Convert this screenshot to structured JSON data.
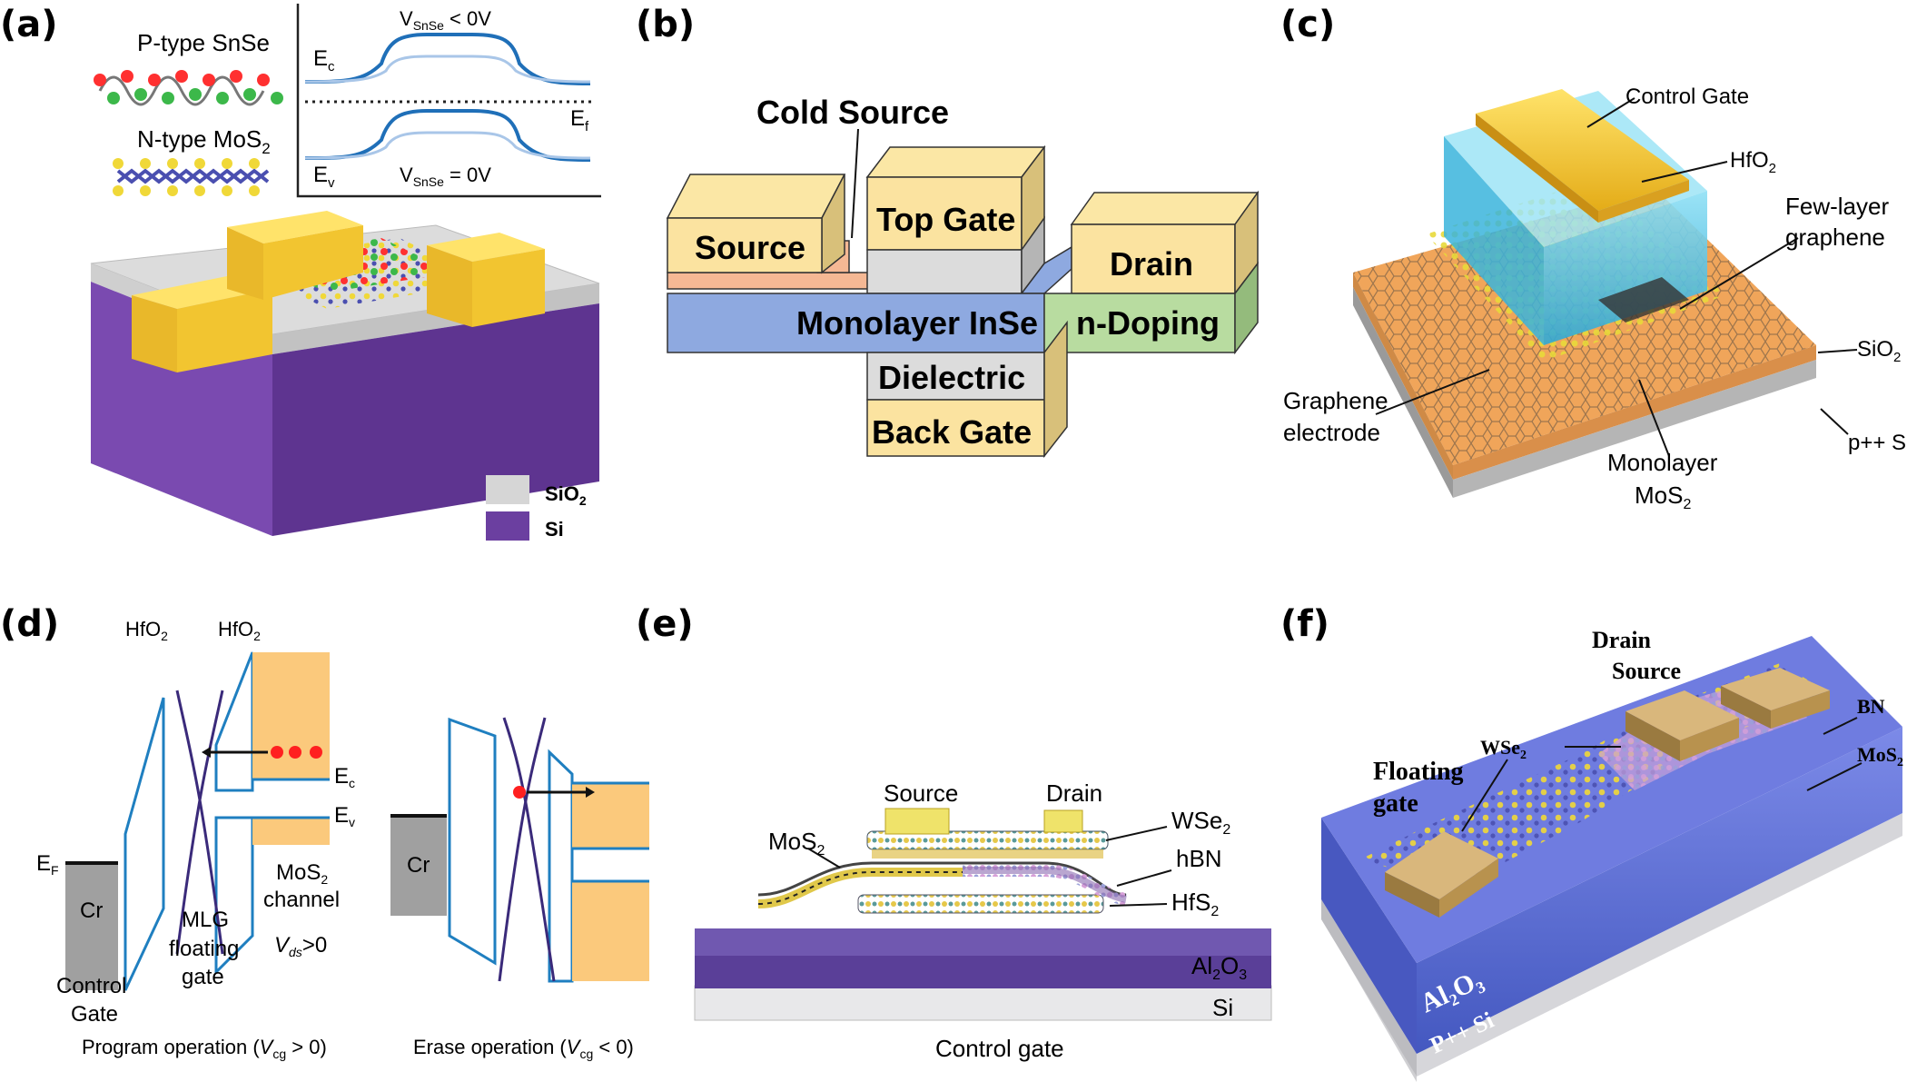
{
  "panels": {
    "a": {
      "label": "(a)",
      "p_type": "P-type SnSe",
      "n_type": "N-type MoS",
      "n_type_sub": "2",
      "Ec": "E",
      "Ec_sub": "c",
      "Ev": "E",
      "Ev_sub": "v",
      "Ef": "E",
      "Ef_sub": "f",
      "v_top": "V",
      "v_top_sub": "SnSe",
      "v_top_rest": " < 0V",
      "v_bot": "V",
      "v_bot_sub": "SnSe",
      "v_bot_rest": " = 0V",
      "legend_sio2": "SiO",
      "legend_sio2_sub": "2",
      "legend_si": "Si"
    },
    "b": {
      "label": "(b)",
      "cold_source": "Cold Source",
      "source": "Source",
      "top_gate": "Top Gate",
      "drain": "Drain",
      "channel": "Monolayer InSe",
      "n_doping": "n-Doping",
      "dielectric": "Dielectric",
      "back_gate": "Back Gate"
    },
    "c": {
      "label": "(c)",
      "control_gate": "Control Gate",
      "hfo2": "HfO",
      "hfo2_sub": "2",
      "few_layer_1": "Few-layer",
      "few_layer_2": "graphene",
      "sio2": "SiO",
      "sio2_sub": "2",
      "p_si": "p++ Si",
      "graphene_1": "Graphene",
      "graphene_2": "electrode",
      "monolayer_1": "Monolayer",
      "monolayer_2": "MoS",
      "monolayer_2_sub": "2"
    },
    "d": {
      "label": "(d)",
      "hfo2_left": "HfO",
      "hfo2_left_sub": "2",
      "hfo2_right": "HfO",
      "hfo2_right_sub": "2",
      "ec": "E",
      "ec_sub": "c",
      "ev": "E",
      "ev_sub": "v",
      "ef": "E",
      "ef_sub": "F",
      "cr_left": "Cr",
      "cr_right": "Cr",
      "mlg_1": "MLG",
      "mlg_2": "floating",
      "mlg_3": "gate",
      "mos2_1": "MoS",
      "mos2_1_sub": "2",
      "mos2_2": "channel",
      "vds": "V",
      "vds_sub": "ds",
      "vds_rest": ">0",
      "control_1": "Control",
      "control_2": "Gate",
      "program": "Program operation (",
      "program_v": "V",
      "program_v_sub": "cg",
      "program_rest": " > 0)",
      "erase": "Erase operation (",
      "erase_v": "V",
      "erase_v_sub": "cg",
      "erase_rest": " < 0)"
    },
    "e": {
      "label": "(e)",
      "source": "Source",
      "drain": "Drain",
      "mos2": "MoS",
      "mos2_sub": "2",
      "wse2": "WSe",
      "wse2_sub": "2",
      "hbn": "hBN",
      "hfs2": "HfS",
      "hfs2_sub": "2",
      "al2o3_a": "Al",
      "al2o3_sub1": "2",
      "al2o3_b": "O",
      "al2o3_sub2": "3",
      "si": "Si",
      "control_gate": "Control gate"
    },
    "f": {
      "label": "(f)",
      "drain": "Drain",
      "source": "Source",
      "floating_1": "Floating",
      "floating_2": "gate",
      "wse2": "WSe",
      "wse2_sub": "2",
      "bn": "BN",
      "mos2": "MoS",
      "mos2_sub": "2",
      "al2o3_a": "Al",
      "al2o3_sub1": "2",
      "al2o3_b": "O",
      "al2o3_sub2": "3",
      "psi": "P++ Si"
    }
  },
  "colors": {
    "gold": "#f2c530",
    "gold_light": "#f9e7a0",
    "purple": "#6b3fa0",
    "silicon_gray": "#d4d4d4",
    "band_blue": "#1f6fb8",
    "band_light": "#a9c6e8",
    "insE": "#8ea9e0",
    "ndoping": "#b8dca0",
    "cold_source": "#f5b894",
    "orange_sub": "#f0a55a",
    "hfo2_cyan": "#52c7e8",
    "energy_orange": "#fbc97c",
    "al2o3_purple": "#6a4fa8",
    "al2o3_blue": "#5b6fd0"
  }
}
